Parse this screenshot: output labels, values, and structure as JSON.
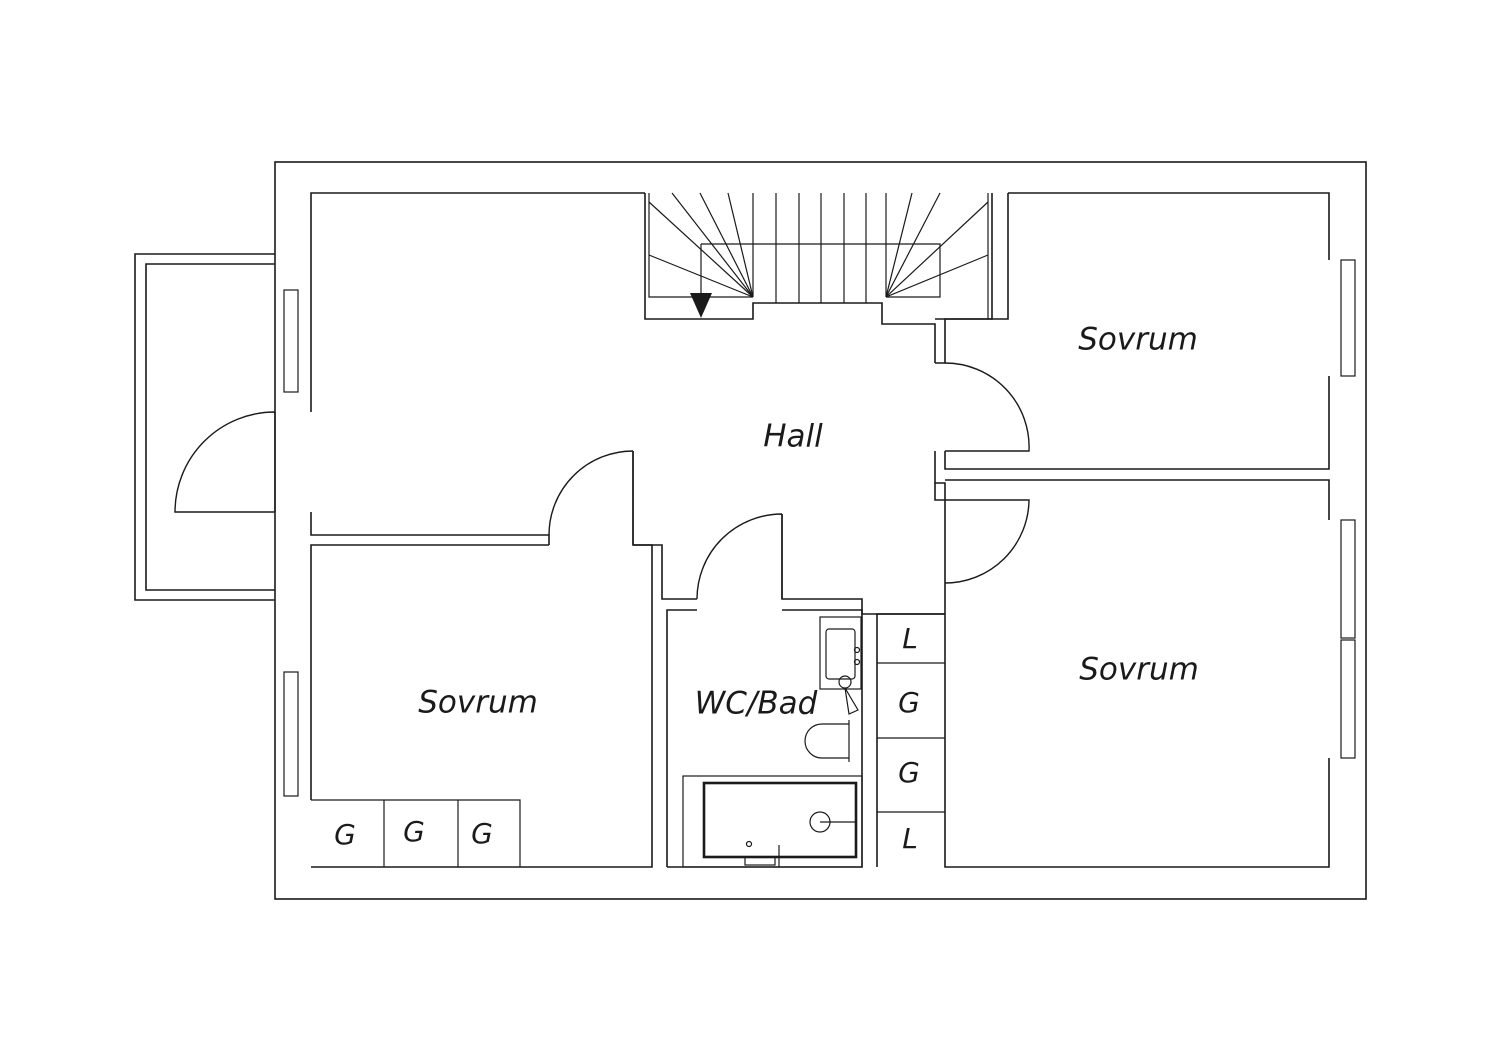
{
  "rooms": {
    "hall": "Hall",
    "bedroom_top_right": "Sovrum",
    "bedroom_bottom_right": "Sovrum",
    "bedroom_bottom_left": "Sovrum",
    "bathroom": "WC/Bad"
  },
  "closets": {
    "bottom_left": [
      "G",
      "G",
      "G"
    ],
    "middle_column": [
      "L",
      "G",
      "G",
      "L"
    ]
  }
}
